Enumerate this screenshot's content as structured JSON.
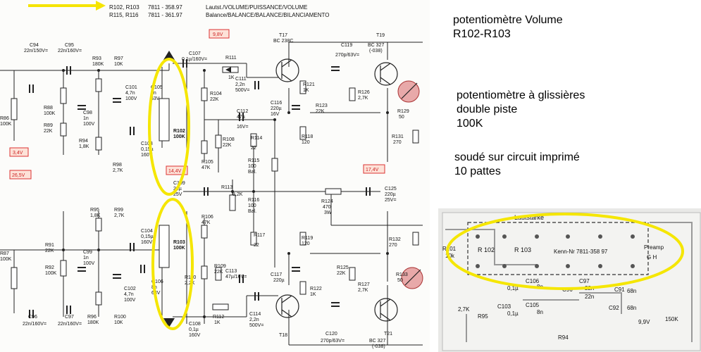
{
  "header": {
    "line1": "R102, R103",
    "line1b": "7811 - 358.97",
    "line1c": "Lautst./VOLUME/PUISSANCE/VOLUME",
    "line2": "R115, R116",
    "line2b": "7811 - 361.97",
    "line2c": "Balance/BALANCE/BALANCE/BILANCIAMENTO"
  },
  "notes": {
    "title_line1": "potentiomètre Volume",
    "title_line2": "R102-R103",
    "desc_line1": "potentiomètre à glissières",
    "desc_line2": "double piste",
    "desc_line3": "100K",
    "mount_line1": "soudé sur circuit imprimé",
    "mount_line2": "10 pattes"
  },
  "voltages": {
    "v_top": "9,8V",
    "v_left1": "3,4V",
    "v_left2": "26,5V",
    "v_left3": "14,4V",
    "v_mid": "17,4V",
    "v_bot": "9,9V"
  },
  "components": {
    "c94": "C94",
    "c94v": "22n/150V=",
    "c95": "C95",
    "c95v": "22n/160V=",
    "r93": "R93",
    "r93v": "180K",
    "r97": "R97",
    "r97v": "10K",
    "r88": "R88",
    "r88v": "100K",
    "r89": "R89",
    "r89v": "22K",
    "r86": "R86",
    "r86v": "100K",
    "c98": "C98",
    "c98v": "1n",
    "c98w": "100V",
    "c101": "C101",
    "c101v": "4,7n",
    "c101w": "100V",
    "r94": "R94",
    "r94v": "1,8K",
    "r98": "R98",
    "r98v": "2,7K",
    "c105": "C105",
    "c105v": "8n",
    "c105w": "63V",
    "r102": "R102",
    "r102v": "100K",
    "c103": "C103",
    "c103v": "0,15µ",
    "c103w": "160V",
    "c107": "C107",
    "c107v": "0,1µ/160V=",
    "r111": "R111",
    "r111v": "1K",
    "r104": "R104",
    "r104v": "22K",
    "r105": "R105",
    "r105v": "47K",
    "c109": "C109",
    "c109v": "22µ",
    "c109w": "25V",
    "r113": "R113",
    "r113v": "8,2K",
    "t17": "T17",
    "t17v": "BC 238C",
    "c111": "C111",
    "c111v": "2,2n",
    "c111w": "500V=",
    "c112": "C112",
    "c112v": "47µ",
    "c112w": "16V=",
    "r108": "R108",
    "r108v": "22K",
    "r114": "R114",
    "r114v": "22",
    "c116": "C116",
    "c116v": "220µ",
    "c116w": "16V",
    "r121": "R121",
    "r121v": "1K",
    "r123": "R123",
    "r123v": "22K",
    "r118": "R118",
    "r118v": "120",
    "r115": "R115",
    "r115v": "100",
    "r115w": "Bal.",
    "r116": "R116",
    "r116v": "100",
    "r116w": "Bal.",
    "c119": "C119",
    "c119v": "270p/63V=",
    "r126": "R126",
    "r126v": "2,7K",
    "t19": "T19",
    "t19v": "BC 327",
    "t19w": "(-038)",
    "r129": "R129",
    "r129v": "50",
    "r131": "R131",
    "r131v": "270",
    "r124": "R124",
    "r124v": "470",
    "r124w": "3W",
    "c125": "C125",
    "c125v": "220µ",
    "c125w": "25V=",
    "r95": "R95",
    "r95v": "1,8K",
    "r99": "R99",
    "r99v": "2,7K",
    "r91": "R91",
    "r91v": "22K",
    "r92": "R92",
    "r92v": "100K",
    "r87": "R87",
    "r87v": "100K",
    "c99": "C99",
    "c99v": "1n",
    "c99w": "100V",
    "c104": "C104",
    "c104v": "0,15µ",
    "c104w": "160V",
    "c102": "C102",
    "c102v": "4,7n",
    "c102w": "100V",
    "r103": "R103",
    "r103v": "100K",
    "c106": "C106",
    "c106v": "8n",
    "c106w": "63V",
    "r96": "R96",
    "r96v": "180K",
    "r100": "R100",
    "r100v": "10K",
    "c96": "C96",
    "c96v": "22n/160V=",
    "c97": "C97",
    "c97v": "22n/160V=",
    "r106": "R106",
    "r106v": "47K",
    "r110": "R110",
    "r110v": "2,2K",
    "r109": "R109",
    "r109v": "22K",
    "c108": "C108",
    "c108v": "0,1µ",
    "c108w": "160V",
    "r112": "R112",
    "r112v": "1K",
    "r117": "R117",
    "r117v": "22",
    "r119": "R119",
    "r119v": "120",
    "c113": "C113",
    "c113v": "47µ/16V=",
    "c117": "C117",
    "c117v": "220µ",
    "c114": "C114",
    "c114v": "2,2n",
    "c114w": "500V=",
    "r122": "R122",
    "r122v": "1K",
    "r125": "R125",
    "r125v": "22K",
    "r127": "R127",
    "r127v": "2,7K",
    "t18": "T18",
    "c120": "C120",
    "c120v": "270p/63V=",
    "t21": "T21",
    "t21v": "BC 327",
    "t21w": "(-038)",
    "r132": "R132",
    "r132v": "270",
    "r133": "R133",
    "r133v": "50"
  },
  "pcb": {
    "title": "Lautstärke",
    "r101": "R101",
    "r101v": "10k",
    "r102": "R 102",
    "r103": "R 103",
    "kenn": "Kenn-Nr 7811-358 97",
    "preamp": "Preamp",
    "gh": "G H",
    "c97": "C97",
    "c96": "C96",
    "c91": "C91",
    "c92": "C92",
    "c106": "C106",
    "c105": "C105",
    "c103": "C103",
    "v22n_a": "22n",
    "v22n_b": "22n",
    "v68n_a": "68n",
    "v68n_b": "68n",
    "v8n_a": "8n",
    "v8n_b": "8n",
    "v01": "0,1µ",
    "v01b": "0,1µ",
    "r94": "R94",
    "r95": "R95",
    "v27k": "2,7K",
    "v150k": "150K",
    "v99": "9,9V"
  }
}
